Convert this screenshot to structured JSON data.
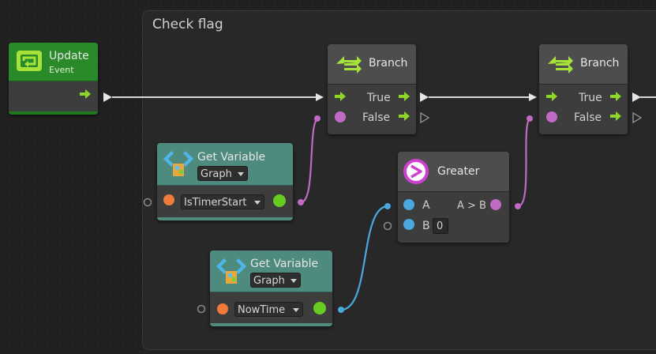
{
  "group": {
    "title": "Check flag"
  },
  "update_node": {
    "title": "Update",
    "subtitle": "Event"
  },
  "branch1": {
    "title": "Branch",
    "true_label": "True",
    "false_label": "False"
  },
  "branch2": {
    "title": "Branch",
    "true_label": "True",
    "false_label": "False"
  },
  "getvar1": {
    "title": "Get Variable",
    "scope": "Graph",
    "variable": "IsTimerStart"
  },
  "getvar2": {
    "title": "Get Variable",
    "scope": "Graph",
    "variable": "NowTime"
  },
  "greater": {
    "title": "Greater",
    "input_a_label": "A",
    "input_b_label": "B",
    "input_b_value": "0",
    "output_label": "A > B"
  },
  "colors": {
    "event_green": "#2a8a2a",
    "flow_arrow": "#8fd62a",
    "bool_pin": "#c06ac4",
    "float_pin": "#4aa8e0",
    "object_pin": "#f07a3a",
    "output_green": "#66cc22",
    "greater_icon": "#d040d0"
  }
}
